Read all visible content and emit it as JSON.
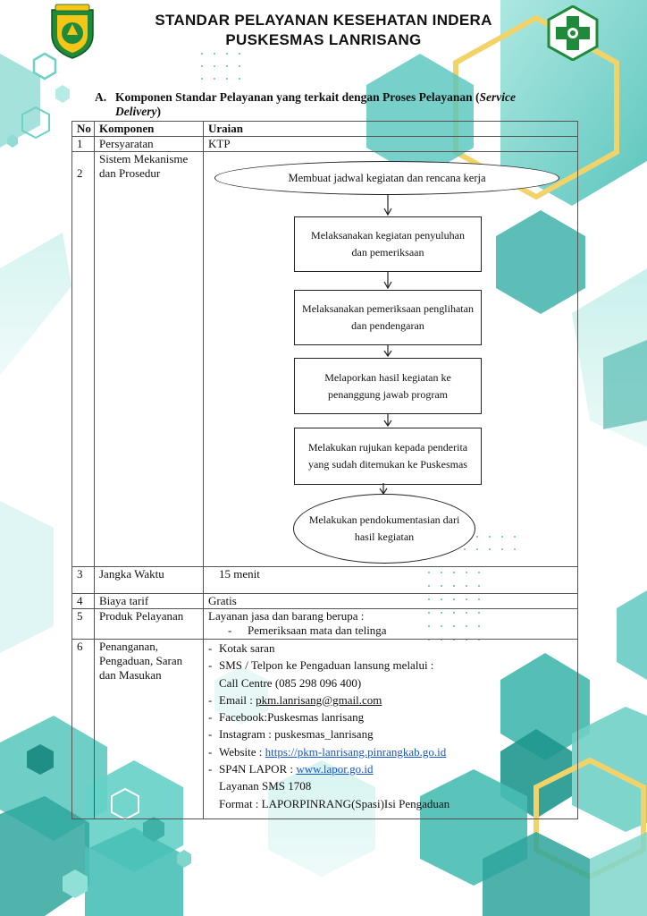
{
  "header": {
    "title_line1": "STANDAR PELAYANAN KESEHATAN INDERA",
    "title_line2": "PUSKESMAS LANRISANG",
    "left_logo": "pinrang-regency-emblem",
    "right_logo": "puskesmas-green-cross-logo"
  },
  "section": {
    "letter": "A.",
    "title": "Komponen Standar Pelayanan yang terkait dengan Proses Pelayanan (",
    "title_italic": "Service Delivery",
    "title_close": ")"
  },
  "table": {
    "headers": {
      "no": "No",
      "komponen": "Komponen",
      "uraian": "Uraian"
    },
    "rows": {
      "r1": {
        "no": "1",
        "komponen": "Persyaratan",
        "uraian": "KTP"
      },
      "r2": {
        "no": "2",
        "komponen": "Sistem Mekanisme dan Prosedur"
      },
      "r3": {
        "no": "3",
        "komponen": "Jangka Waktu",
        "uraian": "15 menit"
      },
      "r4": {
        "no": "4",
        "komponen": "Biaya tarif",
        "uraian": "Gratis"
      },
      "r5": {
        "no": "5",
        "komponen": "Produk Pelayanan",
        "uraian": "Layanan jasa dan barang berupa :",
        "item": "Pemeriksaan mata dan telinga"
      },
      "r6": {
        "no": "6",
        "komponen": "Penanganan, Pengaduan, Saran dan Masukan",
        "items": {
          "a": "Kotak saran",
          "b": "SMS / Telpon ke Pengaduan lansung melalui :",
          "b2": "Call Centre  (085 298 096 400)",
          "c_label": "Email : ",
          "c_value": "pkm.lanrisang@gmail.com",
          "d": "Facebook:Puskesmas lanrisang",
          "e": "Instagram : puskesmas_lanrisang",
          "f_label": "Website : ",
          "f_value": "https://pkm-lanrisang.pinrangkab.go.id",
          "g_label": "SP4N LAPOR : ",
          "g_value": "www.lapor.go.id",
          "g2": "Layanan SMS 1708",
          "g3": "Format : LAPORPINRANG(Spasi)Isi Pengaduan"
        }
      }
    }
  },
  "flow": {
    "step1": "Membuat jadwal kegiatan dan rencana kerja",
    "step2": "Melaksanakan kegiatan penyuluhan dan pemeriksaan",
    "step3": "Melaksanakan pemeriksaan penglihatan dan pendengaran",
    "step4": "Melaporkan hasil kegiatan ke penanggung jawab program",
    "step5": "Melakukan rujukan kepada penderita yang sudah ditemukan ke Puskesmas",
    "step6": "Melakukan pendokumentasian dari hasil kegiatan"
  },
  "colors": {
    "teal": "#5cc9c0",
    "dark_teal": "#2e9e97",
    "gold": "#f2d36a",
    "link": "#1a56c8",
    "logo_green": "#1f8a3a"
  }
}
